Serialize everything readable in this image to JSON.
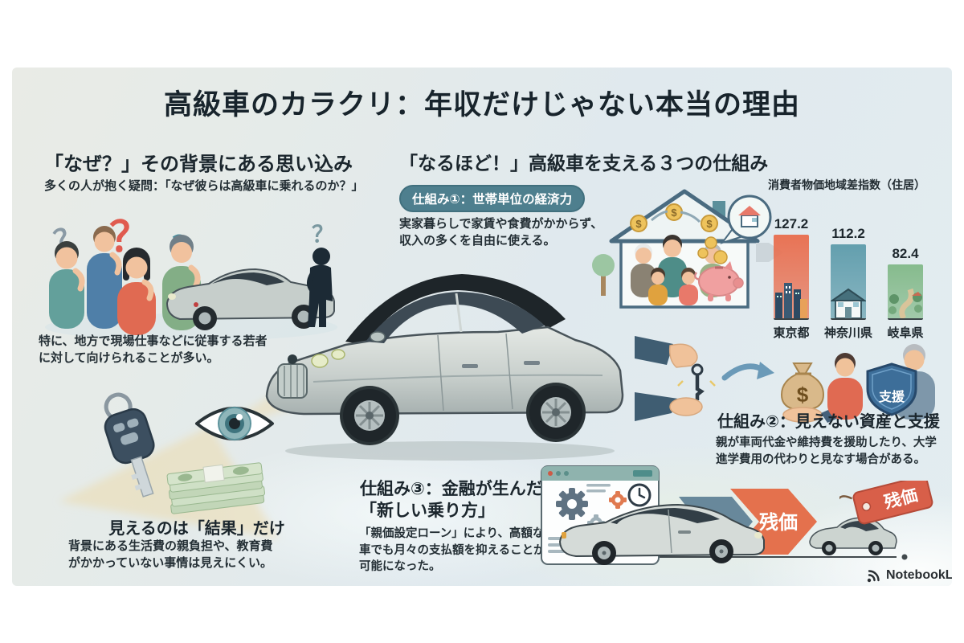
{
  "title": "高級車のカラクリ：年収だけじゃない本当の理由",
  "left_section": {
    "heading": "「なぜ？」その背景にある思い込み",
    "subheading": "多くの人が抱く疑問：「なぜ彼らは高級車に乗れるのか？」",
    "note": "特に、地方で現場仕事などに従事する若者\nに対して向けられることが多い。",
    "result_heading": "見えるのは「結果」だけ",
    "result_text": "背景にある生活費の親負担や、教育費\nがかかっていない事情は見えにくい。"
  },
  "right_section": {
    "heading": "「なるほど！」高級車を支える３つの仕組み",
    "mechanism1": {
      "badge": "仕組み①：世帯単位の経済力",
      "text": "実家暮らしで家賃や食費がかからず、\n収入の多くを自由に使える。"
    },
    "mechanism2": {
      "heading": "仕組み②：見えない資産と支援",
      "text": "親が車両代金や維持費を援助したり、大学\n進学費用の代わりと見なす場合がある。",
      "shield_label": "支援"
    },
    "mechanism3": {
      "heading": "仕組み③：金融が生んだ\n「新しい乗り方」",
      "text": "「親価設定ローン」により、高額な\n車でも月々の支払額を抑えることが\n可能になった。",
      "chevron_label": "残価",
      "tag_label": "残価"
    }
  },
  "chart_data": {
    "type": "bar",
    "title": "消費者物価地域差指数（住居）",
    "categories": [
      "東京都",
      "神奈川県",
      "岐阜県"
    ],
    "values": [
      127.2,
      112.2,
      82.4
    ],
    "bar_colors": [
      "#e87355",
      "#639fae",
      "#86bb8d"
    ],
    "ylim": [
      0,
      140
    ],
    "legend": "none",
    "grid": false
  },
  "symbols": {
    "question_mark": "？",
    "dollar": "$"
  },
  "watermark": "NotebookLM"
}
